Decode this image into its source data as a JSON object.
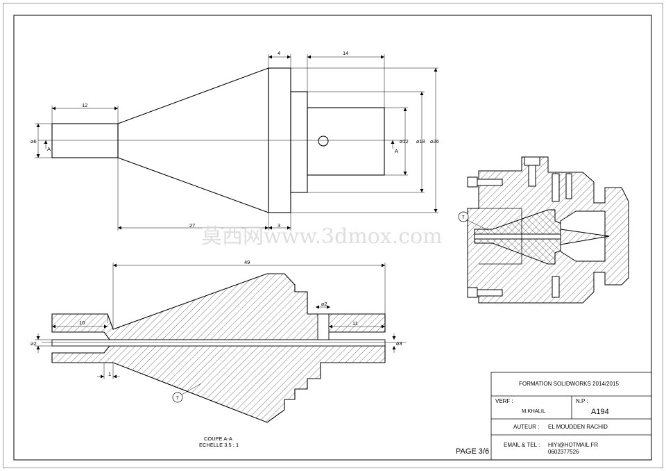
{
  "dimensions": {
    "d12_top": "12",
    "d4": "4",
    "d14": "14",
    "d6": "⌀6",
    "a_left": "A",
    "d12_dia": "⌀12",
    "a_right": "A",
    "d18": "⌀18",
    "d26": "⌀26",
    "d27": "27",
    "d3": "3",
    "d49": "49",
    "d10": "10",
    "d2_hole": "⌀2",
    "d11": "11",
    "d2_left": "⌀2",
    "d3_right": "⌀3",
    "d1": "1"
  },
  "balloons": {
    "section_part": "7",
    "assembly_part": "7"
  },
  "section_label": {
    "line1": "COUPE A-A",
    "line2": "ECHELLE 3.5 : 1"
  },
  "page_label": "PAGE 3/6",
  "watermark": "莫西网www.3dmox.com",
  "title_block": {
    "title": "FORMATION  SOLIDWORKS 2014/2015",
    "verf_label": "VERF :",
    "verf_value": "M.KHALIL",
    "np_label": "N.P :",
    "np_value": "A194",
    "author_label": "AUTEUR :",
    "author_value": "EL MOUDDEN RACHID",
    "email_label": "EMAIL  & TEL :",
    "email_value": "HIYI@HOTMAIL.FR",
    "tel_value": "0602377526"
  }
}
